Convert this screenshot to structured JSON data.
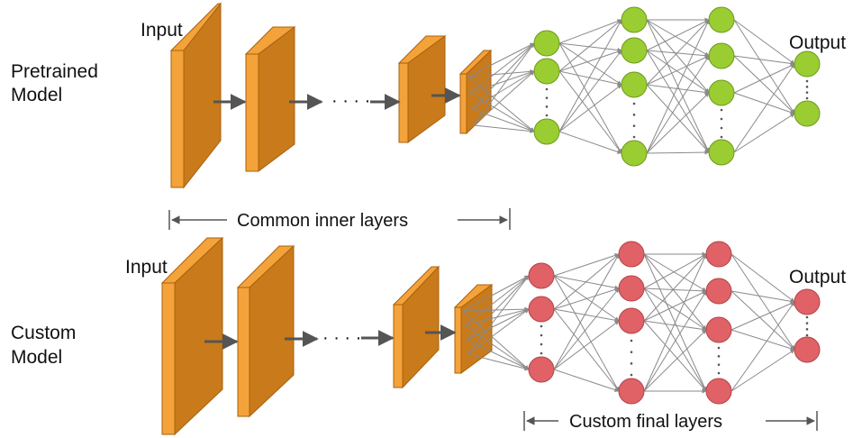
{
  "pretrained": {
    "model_label_line1": "Pretrained",
    "model_label_line2": "Model",
    "input_label": "Input",
    "output_label": "Output",
    "node_color": "#9acd32",
    "node_stroke": "#6e9a1c"
  },
  "custom": {
    "model_label_line1": "Custom",
    "model_label_line2": "Model",
    "input_label": "Input",
    "output_label": "Output",
    "node_color": "#e06266",
    "node_stroke": "#b24448"
  },
  "shared": {
    "common_layers_label": "Common inner layers",
    "custom_layers_label": "Custom final layers",
    "ellipsis": "· · · ·",
    "layer_front_color": "#c97a1a",
    "layer_side_color": "#f4a23a",
    "layer_stroke": "#a8620e",
    "arrow_color": "#555555",
    "edge_color": "#8a8a8a"
  }
}
